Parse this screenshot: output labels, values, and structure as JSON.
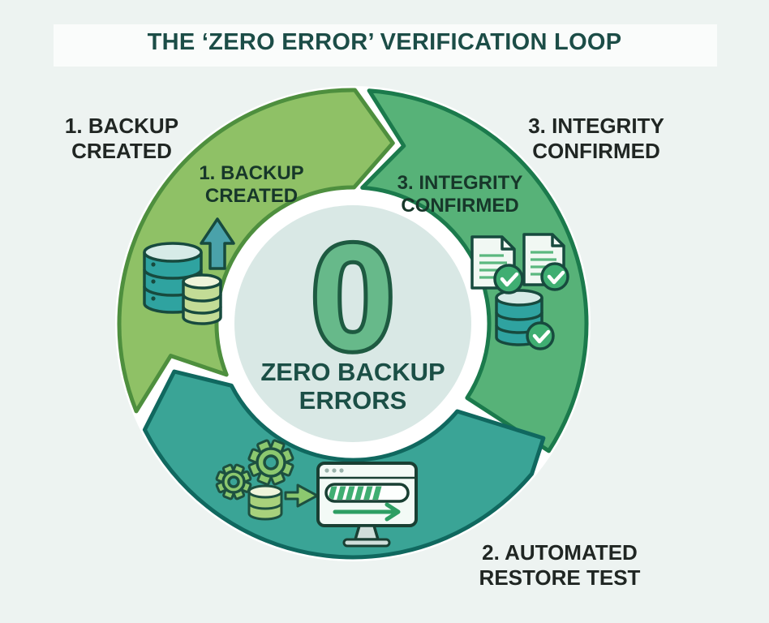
{
  "title": "THE ‘ZERO ERROR’ VERIFICATION LOOP",
  "center": {
    "value": "0",
    "label": "ZERO BACKUP ERRORS"
  },
  "segments": [
    {
      "name": "backup-created",
      "outer_label": "1. BACKUP\nCREATED",
      "inner_label": "1. BACKUP\nCREATED",
      "fill": "#8fc166",
      "border": "#4e8f3e",
      "icons": [
        "database-stack-icon",
        "upload-arrow-icon"
      ]
    },
    {
      "name": "automated-restore-test",
      "outer_label": "2. AUTOMATED\nRESTORE TEST",
      "fill": "#3aa496",
      "border": "#10685f",
      "icons": [
        "gears-icon",
        "database-icon",
        "arrow-right-icon",
        "monitor-progress-icon"
      ]
    },
    {
      "name": "integrity-confirmed",
      "outer_label": "3. INTEGRITY\nCONFIRMED",
      "inner_label": "3. INTEGRITY\nCONFIRMED",
      "fill": "#57b278",
      "border": "#1b7a4c",
      "icons": [
        "verified-documents-icon",
        "verified-database-icon"
      ]
    }
  ],
  "colors": {
    "background": "#edf3f1",
    "halo_white": "#ffffff",
    "title": "#1c4d47",
    "outer_label": "#202623",
    "inner_label": "#17372a",
    "center_circle": "#d9e8e5",
    "ring_gap": "#ffffff",
    "zero_fill": "#67b98a",
    "zero_outline": "#1e5a41",
    "center_label": "#1b4f46",
    "check_badge": "#3fae72",
    "icon_teal": "#2fa3a0",
    "icon_light_green": "#c3dc96",
    "icon_gear_green": "#8cc86f"
  }
}
